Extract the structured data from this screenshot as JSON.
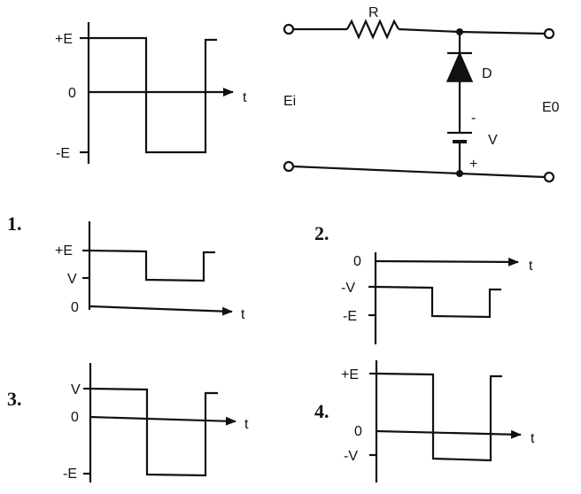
{
  "input": {
    "labels": {
      "pos_e": "+E",
      "zero": "0",
      "neg_e": "-E",
      "t": "t"
    }
  },
  "circuit": {
    "resistor": "R",
    "diode": "D",
    "input": "Ei",
    "output": "E0",
    "battery": "V",
    "minus": "-",
    "plus": "+"
  },
  "options": [
    {
      "number": "1.",
      "labels": {
        "top": "+E",
        "mid": "V",
        "bottom": "0",
        "t": "t"
      }
    },
    {
      "number": "2.",
      "labels": {
        "top": "0",
        "mid": "-V",
        "bottom": "-E",
        "t": "t"
      }
    },
    {
      "number": "3.",
      "labels": {
        "top": "V",
        "mid": "0",
        "bottom": "-E",
        "t": "t"
      }
    },
    {
      "number": "4.",
      "labels": {
        "top": "+E",
        "mid": "0",
        "bottom": "-V",
        "t": "t"
      }
    }
  ]
}
